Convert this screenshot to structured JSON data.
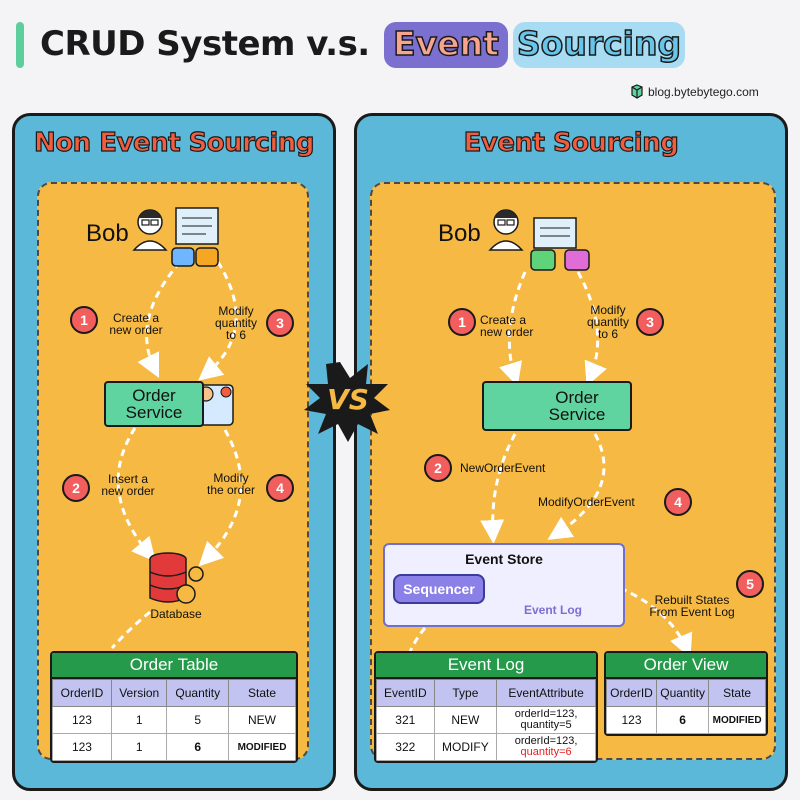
{
  "header": {
    "title_main": "CRUD System v.s.",
    "title_event": "Event",
    "title_sourcing": "Sourcing",
    "site": "blog.bytebytego.com"
  },
  "left": {
    "title": "Non Event Sourcing",
    "bob": "Bob",
    "service_line1": "Order",
    "service_line2": "Service",
    "steps": [
      {
        "num": "1",
        "line1": "Create a",
        "line2": "new order"
      },
      {
        "num": "2",
        "line1": "Insert a",
        "line2": "new order"
      },
      {
        "num": "3",
        "line1": "Modify",
        "line2": "quantity",
        "line3": "to 6"
      },
      {
        "num": "4",
        "line1": "Modify",
        "line2": "the order"
      }
    ],
    "database_label": "Database",
    "table": {
      "title": "Order Table",
      "columns": [
        "OrderID",
        "Version",
        "Quantity",
        "State"
      ],
      "rows": [
        [
          "123",
          "1",
          "5",
          "NEW"
        ],
        [
          "123",
          "1",
          "6",
          "MODIFIED"
        ]
      ]
    }
  },
  "vs": "VS",
  "right": {
    "title": "Event Sourcing",
    "bob": "Bob",
    "service_line1": "Order",
    "service_line2": "Service",
    "steps": [
      {
        "num": "1",
        "line1": "Create a",
        "line2": "new order"
      },
      {
        "num": "2",
        "line1": "NewOrderEvent"
      },
      {
        "num": "3",
        "line1": "Modify",
        "line2": "quantity",
        "line3": "to 6"
      },
      {
        "num": "4",
        "line1": "ModifyOrderEvent"
      },
      {
        "num": "5",
        "line1": "Rebuilt States",
        "line2": "From Event Log"
      }
    ],
    "event_store": {
      "title": "Event Store",
      "sequencer": "Sequencer",
      "log_label": "Event Log"
    },
    "event_log": {
      "title": "Event Log",
      "columns": [
        "EventID",
        "Type",
        "EventAttribute"
      ],
      "rows": [
        {
          "id": "321",
          "type": "NEW",
          "attr1": "orderId=123,",
          "attr2": "quantity=5"
        },
        {
          "id": "322",
          "type": "MODIFY",
          "attr1": "orderId=123,",
          "attr2": "quantity=6"
        }
      ]
    },
    "order_view": {
      "title": "Order View",
      "columns": [
        "OrderID",
        "Quantity",
        "State"
      ],
      "rows": [
        [
          "123",
          "6",
          "MODIFIED"
        ]
      ]
    }
  },
  "colors": {
    "panel": "#5bb8d8",
    "inner": "#f5b944",
    "service": "#5fd3a0",
    "table_header": "#249a4a",
    "step_badge": "#f25d5d",
    "title_red": "#f25d3f",
    "highlight_red": "#e62020"
  }
}
